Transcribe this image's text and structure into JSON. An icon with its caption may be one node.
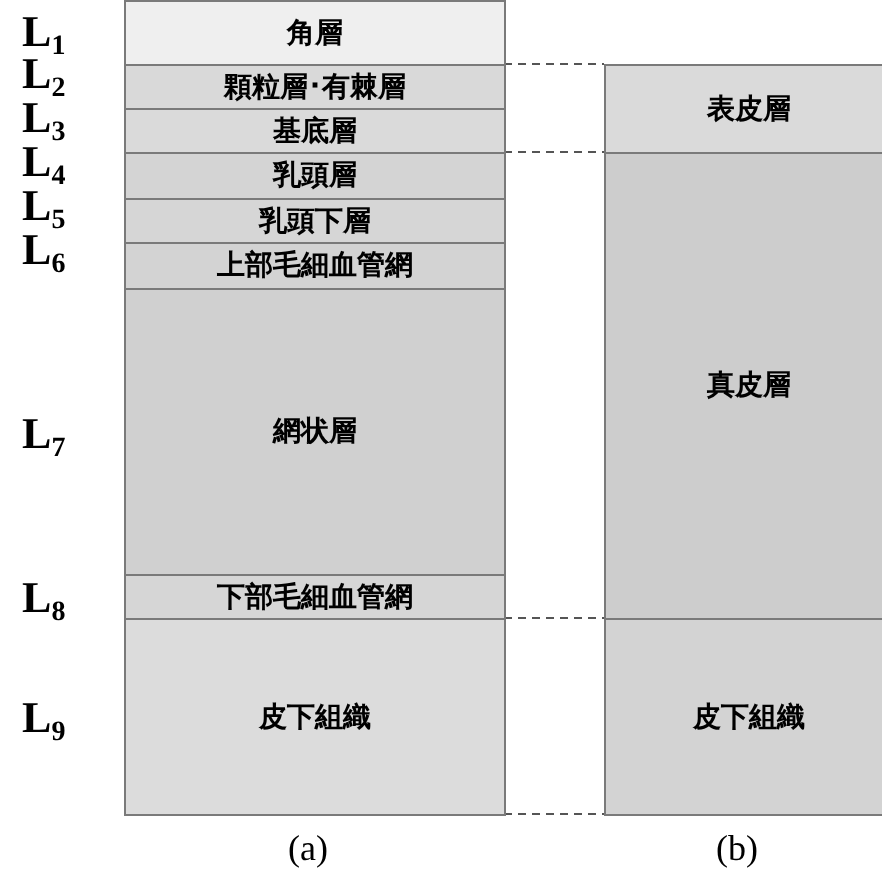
{
  "diagram": {
    "nodes": [
      {
        "text": [
          "角層"
        ]
      },
      {
        "text": [
          "顆粒層･有棘層"
        ]
      },
      {
        "text": [
          "基底層"
        ]
      },
      {
        "text": [
          "乳頭層"
        ]
      },
      {
        "text": [
          "乳頭下層"
        ]
      },
      {
        "text": [
          "上部毛細血管網"
        ]
      },
      {
        "text": [
          "網状層"
        ]
      },
      {
        "text": [
          "下部毛細血管網"
        ]
      },
      {
        "text": [
          "皮下組織"
        ]
      },
      {
        "text": [
          "表皮層"
        ]
      },
      {
        "text": [
          "真皮層"
        ]
      },
      {
        "text": [
          "皮下組織"
        ]
      }
    ],
    "edges": [
      {
        "from": 1,
        "to": 9,
        "arrow": "none",
        "style": "dashed"
      },
      {
        "from": 2,
        "to": 9,
        "arrow": "none",
        "style": "dashed"
      },
      {
        "from": 7,
        "to": 11,
        "arrow": "none",
        "style": "dashed"
      },
      {
        "from": 8,
        "to": 11,
        "arrow": "none",
        "style": "dashed"
      }
    ],
    "labels": [
      "L$_{1}$",
      "L$_{2}$",
      "L$_{3}$",
      "L$_{4}$",
      "L$_{5}$",
      "L$_{6}$",
      "L$_{7}$",
      "L$_{8}$",
      "L$_{9}$",
      "(a)",
      "(b)"
    ]
  }
}
